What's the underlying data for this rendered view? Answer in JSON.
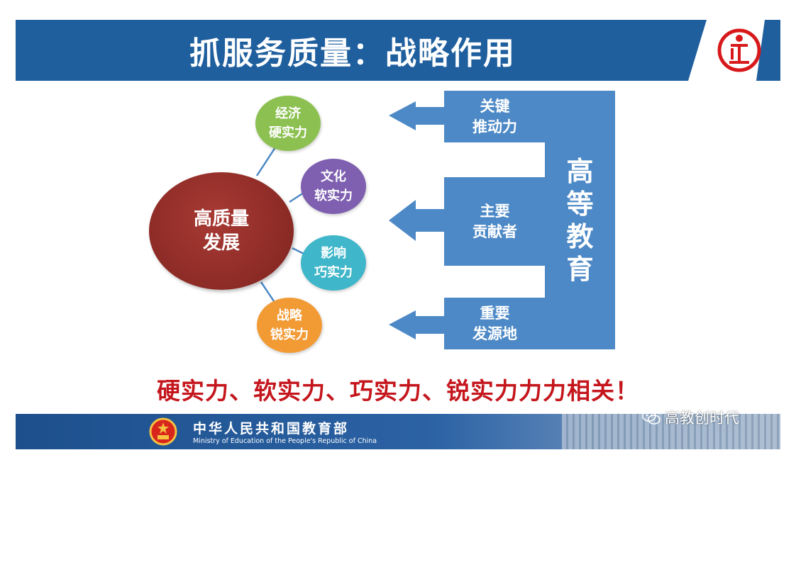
{
  "header": {
    "title": "抓服务质量：战略作用",
    "logo_icon": "institution-logo-icon"
  },
  "center": {
    "label_line1": "高质量",
    "label_line2": "发展",
    "color": "#8b2a25"
  },
  "nodes": [
    {
      "line1": "经济",
      "line2": "硬实力",
      "color": "#8cc152"
    },
    {
      "line1": "文化",
      "line2": "软实力",
      "color": "#7e5fb0"
    },
    {
      "line1": "影响",
      "line2": "巧实力",
      "color": "#3fb6c9"
    },
    {
      "line1": "战略",
      "line2": "锐实力",
      "color": "#f29b35"
    }
  ],
  "right": {
    "vertical_label": [
      "高",
      "等",
      "教",
      "育"
    ],
    "rows": [
      {
        "line1": "关键",
        "line2": "推动力"
      },
      {
        "line1": "主要",
        "line2": "贡献者"
      },
      {
        "line1": "重要",
        "line2": "发源地"
      }
    ],
    "color": "#4d89c6"
  },
  "slogan": "硬实力、软实力、巧实力、锐实力力力相关！",
  "footer": {
    "org_cn": "中华人民共和国教育部",
    "org_en": "Ministry of Education of the People's Republic of China",
    "emblem_icon": "national-emblem-icon"
  },
  "watermark": {
    "text": "高教创时代",
    "icon": "wechat-icon"
  },
  "colors": {
    "header_bg": "#1f5f9e",
    "slogan": "#c4161c"
  }
}
